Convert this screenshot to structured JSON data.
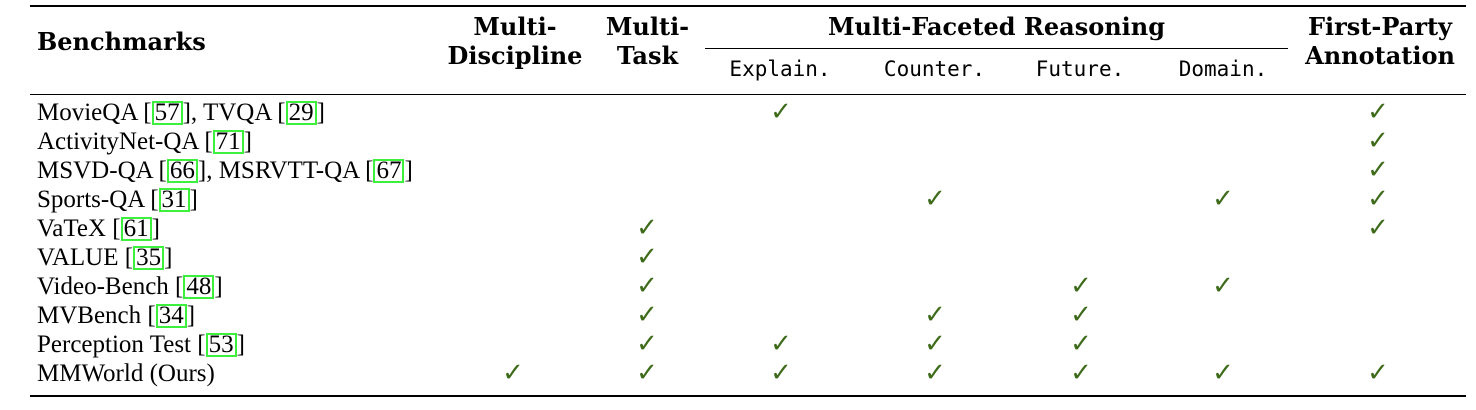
{
  "headers": {
    "benchmarks": "Benchmarks",
    "multi_discipline": [
      "Multi-",
      "Discipline"
    ],
    "multi_task": [
      "Multi-",
      "Task"
    ],
    "multi_faceted": "Multi-Faceted Reasoning",
    "explain": "Explain.",
    "counter": "Counter.",
    "future": "Future.",
    "domain": "Domain.",
    "first_party": [
      "First-Party",
      "Annotation"
    ]
  },
  "check_symbol": "✓",
  "check_color": "#3d6b1a",
  "citation_box_color": "#3ef03e",
  "rows": [
    {
      "parts": [
        {
          "t": "MovieQA ["
        },
        {
          "c": "57"
        },
        {
          "t": "], TVQA ["
        },
        {
          "c": "29"
        },
        {
          "t": "]"
        }
      ],
      "checks": [
        false,
        false,
        true,
        false,
        false,
        false,
        true
      ]
    },
    {
      "parts": [
        {
          "t": "ActivityNet-QA ["
        },
        {
          "c": "71"
        },
        {
          "t": "]"
        }
      ],
      "checks": [
        false,
        false,
        false,
        false,
        false,
        false,
        true
      ]
    },
    {
      "parts": [
        {
          "t": "MSVD-QA ["
        },
        {
          "c": "66"
        },
        {
          "t": "], MSRVTT-QA ["
        },
        {
          "c": "67"
        },
        {
          "t": "]"
        }
      ],
      "checks": [
        false,
        false,
        false,
        false,
        false,
        false,
        true
      ]
    },
    {
      "parts": [
        {
          "t": "Sports-QA ["
        },
        {
          "c": "31"
        },
        {
          "t": "]"
        }
      ],
      "checks": [
        false,
        false,
        false,
        true,
        false,
        true,
        true
      ]
    },
    {
      "parts": [
        {
          "t": "VaTeX ["
        },
        {
          "c": "61"
        },
        {
          "t": "]"
        }
      ],
      "checks": [
        false,
        true,
        false,
        false,
        false,
        false,
        true
      ]
    },
    {
      "parts": [
        {
          "t": "VALUE ["
        },
        {
          "c": "35"
        },
        {
          "t": "]"
        }
      ],
      "checks": [
        false,
        true,
        false,
        false,
        false,
        false,
        false
      ]
    },
    {
      "parts": [
        {
          "t": "Video-Bench ["
        },
        {
          "c": "48"
        },
        {
          "t": "]"
        }
      ],
      "checks": [
        false,
        true,
        false,
        false,
        true,
        true,
        false
      ]
    },
    {
      "parts": [
        {
          "t": "MVBench ["
        },
        {
          "c": "34"
        },
        {
          "t": "]"
        }
      ],
      "checks": [
        false,
        true,
        false,
        true,
        true,
        false,
        false
      ]
    },
    {
      "parts": [
        {
          "t": "Perception Test ["
        },
        {
          "c": "53"
        },
        {
          "t": "]"
        }
      ],
      "checks": [
        false,
        true,
        true,
        true,
        true,
        false,
        false
      ]
    },
    {
      "parts": [
        {
          "t": "MMWorld (Ours)"
        }
      ],
      "checks": [
        true,
        true,
        true,
        true,
        true,
        true,
        true
      ]
    }
  ]
}
